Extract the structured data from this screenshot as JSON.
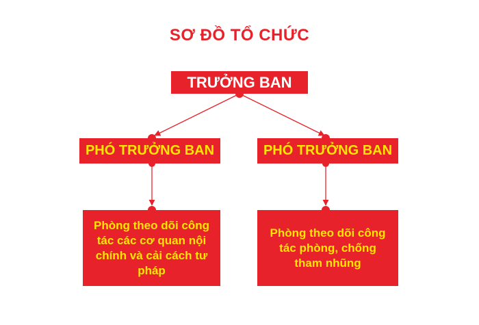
{
  "diagram": {
    "title": "SƠ ĐỒ TỔ CHỨC",
    "head": {
      "label": "TRƯỞNG BAN"
    },
    "deputies": [
      {
        "label": "PHÓ TRƯỞNG BAN"
      },
      {
        "label": "PHÓ TRƯỞNG BAN"
      }
    ],
    "departments": [
      {
        "label": "Phòng theo dõi công tác các cơ quan nội chính và cải cách tư pháp"
      },
      {
        "label": "Phòng theo dõi công tác phòng, chống tham nhũng"
      }
    ],
    "colors": {
      "primary": "#e8222b",
      "accent": "#ffe600",
      "text_light": "#ffffff"
    }
  }
}
